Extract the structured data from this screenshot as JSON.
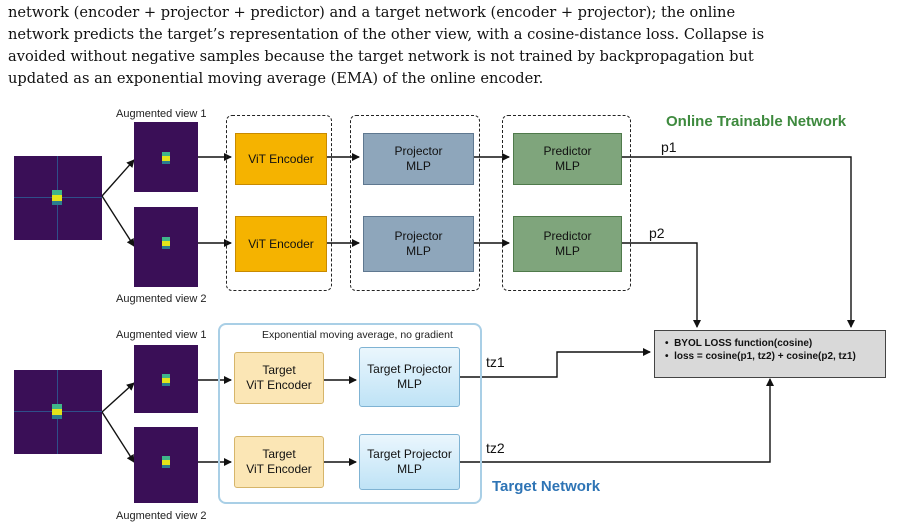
{
  "paragraph": {
    "line1": "network (encoder + projector + predictor) and a target network (encoder + projector); the online",
    "line2": "network predicts the target’s representation of the other view, with a cosine-distance loss. Collapse is",
    "line3": "avoided without negative samples because the target network is not trained by backpropagation but",
    "line4": "updated as an exponential moving average (EMA) of the online encoder."
  },
  "online": {
    "title": "Online Trainable Network",
    "view1_label": "Augmented view 1",
    "view2_label": "Augmented view 2",
    "encoder1": "ViT Encoder",
    "encoder2": "ViT Encoder",
    "projector1_l1": "Projector",
    "projector1_l2": "MLP",
    "projector2_l1": "Projector",
    "projector2_l2": "MLP",
    "predictor1_l1": "Predictor",
    "predictor1_l2": "MLP",
    "predictor2_l1": "Predictor",
    "predictor2_l2": "MLP",
    "p1": "p1",
    "p2": "p2"
  },
  "target": {
    "title": "Target Network",
    "ema_note": "Exponential moving average, no gradient",
    "view1_label": "Augmented view 1",
    "view2_label": "Augmented view 2",
    "encoder1_l1": "Target",
    "encoder1_l2": "ViT Encoder",
    "encoder2_l1": "Target",
    "encoder2_l2": "ViT Encoder",
    "projector1_l1": "Target Projector",
    "projector1_l2": "MLP",
    "projector2_l1": "Target Projector",
    "projector2_l2": "MLP",
    "tz1": "tz1",
    "tz2": "tz2"
  },
  "loss": {
    "line1": "BYOL LOSS function(cosine)",
    "line2": "loss = cosine(p1, tz2) + cosine(p2, tz1)"
  },
  "colors": {
    "online_title": "#3e8a3e",
    "target_title": "#2e74b5",
    "vit": "#f5b300",
    "projector": "#8ea6bb",
    "predictor": "#7fa57c"
  }
}
